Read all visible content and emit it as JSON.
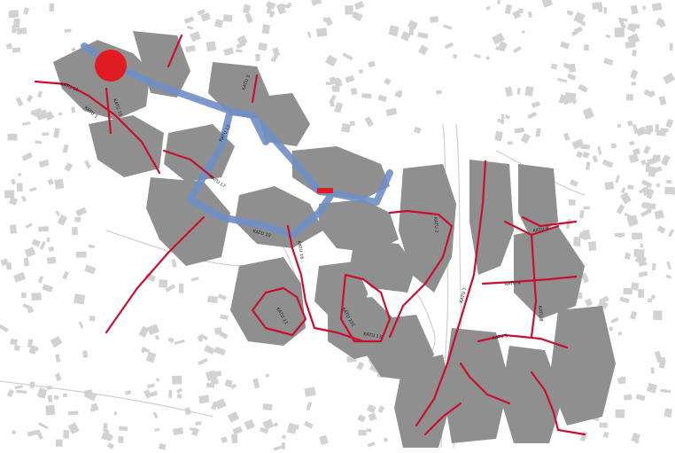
{
  "map": {
    "colors": {
      "background": "#ffffff",
      "building": "#d2d2d2",
      "block": "#8f8f8f",
      "street": "#c8102e",
      "trunk_route": "#6f8fc7",
      "station_marker": "#e01b22",
      "road_outline": "#cfcfcf"
    },
    "street_labels": [
      "KATU 14",
      "KATU 15",
      "KATU 1",
      "KATU 12",
      "KATU 17",
      "KATU 3",
      "KATU 10",
      "KATU 16",
      "KATU 11",
      "KATU 101",
      "KATU 13",
      "KATU 2",
      "KATU 7",
      "KATU 9",
      "KATU 4",
      "KATU 5",
      "KATU 8"
    ],
    "legend": null
  }
}
